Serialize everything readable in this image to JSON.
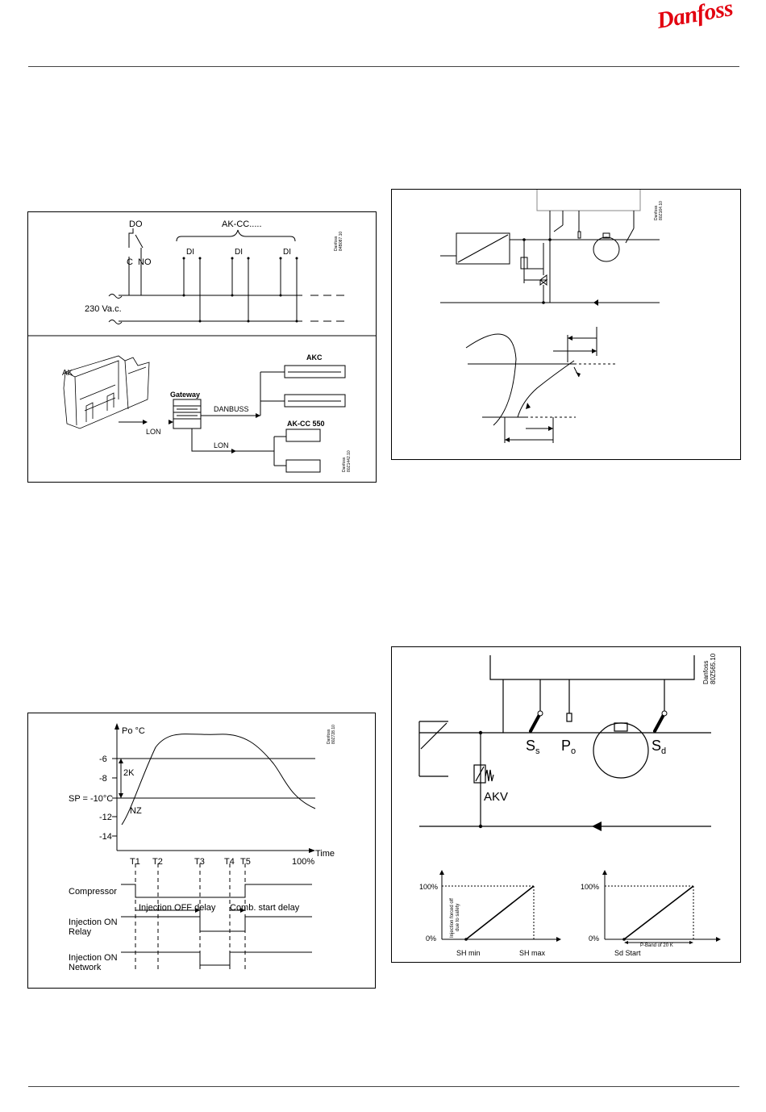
{
  "brand": {
    "logo_text": "Danfoss",
    "color": "#E2000F"
  },
  "fig1": {
    "do_label": "DO",
    "c_label": "C",
    "no_label": "NO",
    "akcc_label": "AK-CC.....",
    "di_labels": [
      "DI",
      "DI",
      "DI"
    ],
    "voltage_label": "230 Va.c.",
    "code_top": [
      "Danfoss",
      "84B087.10"
    ],
    "ak_label": "AK",
    "gateway_label": "Gateway",
    "lon_label_1": "LON",
    "lon_label_2": "LON",
    "danbuss_label": "DANBUSS",
    "akc_label": "AKC",
    "akcc550_label": "AK-CC 550",
    "code_bottom": [
      "Danfoss",
      "80Z1442.10"
    ]
  },
  "fig2": {
    "code": [
      "Danfoss",
      "80Z164.10"
    ]
  },
  "fig3": {
    "y_label": "Po °C",
    "y_ticks": [
      "-6",
      "-8",
      "-12",
      "-14"
    ],
    "sp_label": "SP = -10°C",
    "band_label": "2K",
    "nz_label": "NZ",
    "time_label": "Time",
    "t_labels": [
      "T1",
      "T2",
      "T3",
      "T4",
      "T5"
    ],
    "percent_label": "100%",
    "compressor_label": "Compressor",
    "off_delay_label": "Injection OFF delay",
    "start_delay_label": "Comb. start delay",
    "relay_label_1": "Injection ON",
    "relay_label_2": "Relay",
    "network_label_1": "Injection ON",
    "network_label_2": "Network",
    "code": [
      "Danfoss",
      "80Z728.10"
    ]
  },
  "fig4": {
    "ss_label": "S",
    "ss_sub": "s",
    "po_label": "P",
    "po_sub": "o",
    "sd_label": "S",
    "sd_sub": "d",
    "akv_label": "AKV",
    "code": [
      "Danfoss",
      "80Z565.10"
    ],
    "left_graph": {
      "y_top": "100%",
      "y_bottom": "0%",
      "x_start": "SH min",
      "x_end": "SH max",
      "note_1": "Injection forced off",
      "note_2": "due to safety"
    },
    "right_graph": {
      "y_top": "100%",
      "y_bottom": "0%",
      "x_start": "Sd Start",
      "band": "P-Band of 20 K"
    }
  }
}
